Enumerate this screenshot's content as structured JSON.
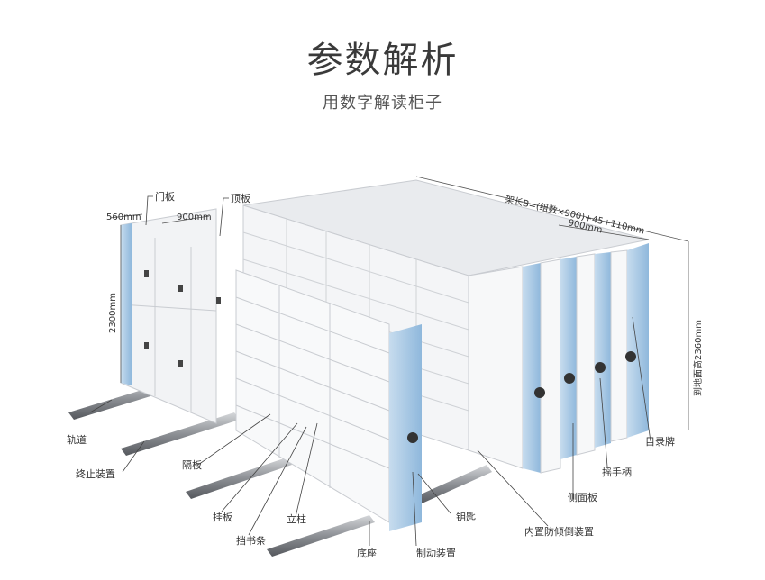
{
  "header": {
    "title": "参数解析",
    "subtitle": "用数字解读柜子"
  },
  "dimensions": {
    "depth": "560mm",
    "width": "900mm",
    "height": "2300mm",
    "rack_length": "架长B=(组数×900)+45+110mm",
    "section_width": "900mm",
    "floor_height": "到地面高2360mm"
  },
  "labels": {
    "door_panel": "门板",
    "top_panel": "顶板",
    "track": "轨道",
    "stop_device": "终止装置",
    "shelf": "隔板",
    "hanging_board": "挂板",
    "column": "立柱",
    "book_stop": "挡书条",
    "base": "底座",
    "brake_device": "制动装置",
    "key": "钥匙",
    "anti_tip_device": "内置防倾倒装置",
    "side_panel": "侧面板",
    "hand_crank": "摇手柄",
    "directory_card": "目录牌"
  },
  "colors": {
    "panel": "#f1f2f4",
    "panel_edge": "#c9ccd1",
    "accent_blue": "#a9cbe6",
    "rail": "#8c8f94"
  }
}
